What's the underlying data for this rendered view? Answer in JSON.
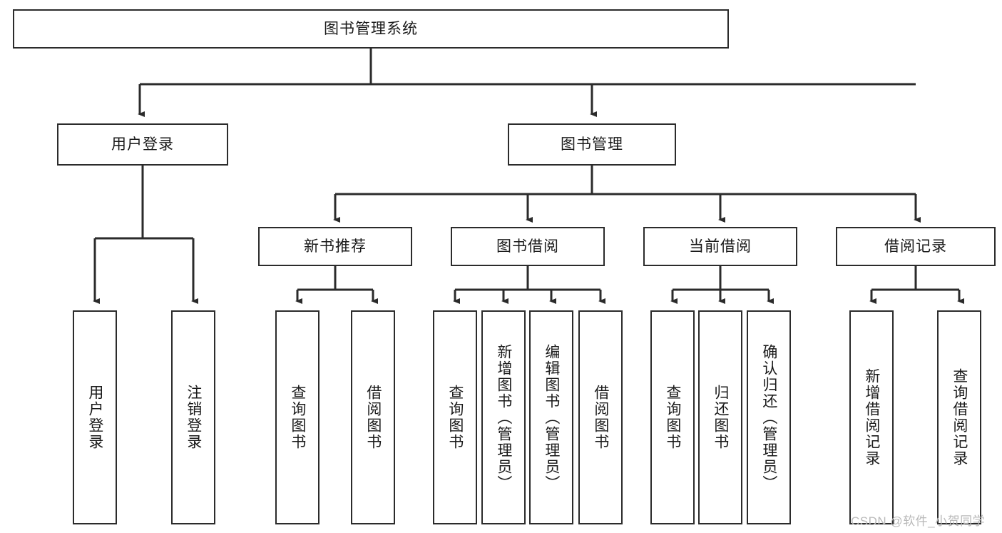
{
  "diagram": {
    "type": "tree-hierarchy-chart",
    "title": "图书管理系统",
    "background_color": "#ffffff",
    "line_color": "#2b2b2b",
    "text_color": "#1a1a1a"
  },
  "root": {
    "label": "图书管理系统"
  },
  "level2": [
    {
      "label": "用户登录"
    },
    {
      "label": "图书管理"
    }
  ],
  "level3": [
    {
      "label": "新书推荐"
    },
    {
      "label": "图书借阅"
    },
    {
      "label": "当前借阅"
    },
    {
      "label": "借阅记录"
    }
  ],
  "leaves": {
    "user_login": [
      {
        "label": "用户登录"
      },
      {
        "label": "注销登录"
      }
    ],
    "new_book": [
      {
        "label": "查询图书"
      },
      {
        "label": "借阅图书"
      }
    ],
    "book_borrow": [
      {
        "label": "查询图书"
      },
      {
        "label": "新增图书（管理员）"
      },
      {
        "label": "编辑图书（管理员）"
      },
      {
        "label": "借阅图书"
      }
    ],
    "current_borrow": [
      {
        "label": "查询图书"
      },
      {
        "label": "归还图书"
      },
      {
        "label": "确认归还（管理员）"
      }
    ],
    "borrow_record": [
      {
        "label": "新增借阅记录"
      },
      {
        "label": "查询借阅记录"
      }
    ]
  },
  "watermark": {
    "text": "CSDN @软件_小贺同学"
  }
}
